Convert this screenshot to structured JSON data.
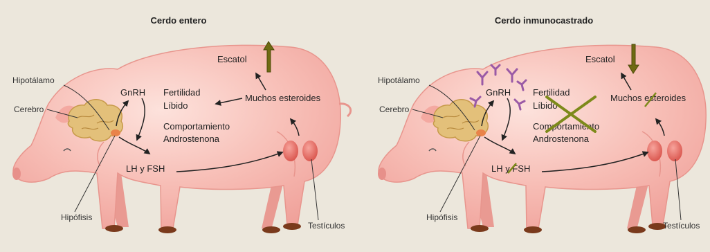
{
  "panels": [
    {
      "title": "Cerdo entero",
      "labels": {
        "hipotalamo": "Hipotálamo",
        "cerebro": "Cerebro",
        "hipofisis": "Hipófisis",
        "gnrh": "GnRH",
        "lh_fsh": "LH y FSH",
        "escatol": "Escatol",
        "esteroides": "Muchos esteroides",
        "effects": [
          "Fertilidad",
          "Líbido",
          "Comportamiento",
          "Androstenona"
        ],
        "testiculos": "Testículos"
      },
      "escatol_arrow": "up"
    },
    {
      "title": "Cerdo inmunocastrado",
      "labels": {
        "hipotalamo": "Hipotálamo",
        "cerebro": "Cerebro",
        "hipofisis": "Hipófisis",
        "gnrh": "GnRH",
        "lh_fsh": "LH y FSH",
        "escatol": "Escatol",
        "esteroides": "Muchos esteroides",
        "effects": [
          "Fertilidad",
          "Líbido",
          "Comportamiento",
          "Androstenona"
        ],
        "testiculos": "Testículos"
      },
      "escatol_arrow": "down"
    }
  ],
  "colors": {
    "background": "#ece7dc",
    "pig_body": "#f6b4ae",
    "pig_highlight": "#fde2dc",
    "pig_outline": "#e8958d",
    "brain": "#e3c07a",
    "testis": "#e8706a",
    "hoof": "#7a3a1c",
    "arrow_green": "#6f6a12",
    "cross_green": "#7d8a1a",
    "antibody": "#9a5aa6",
    "text": "#333333"
  }
}
